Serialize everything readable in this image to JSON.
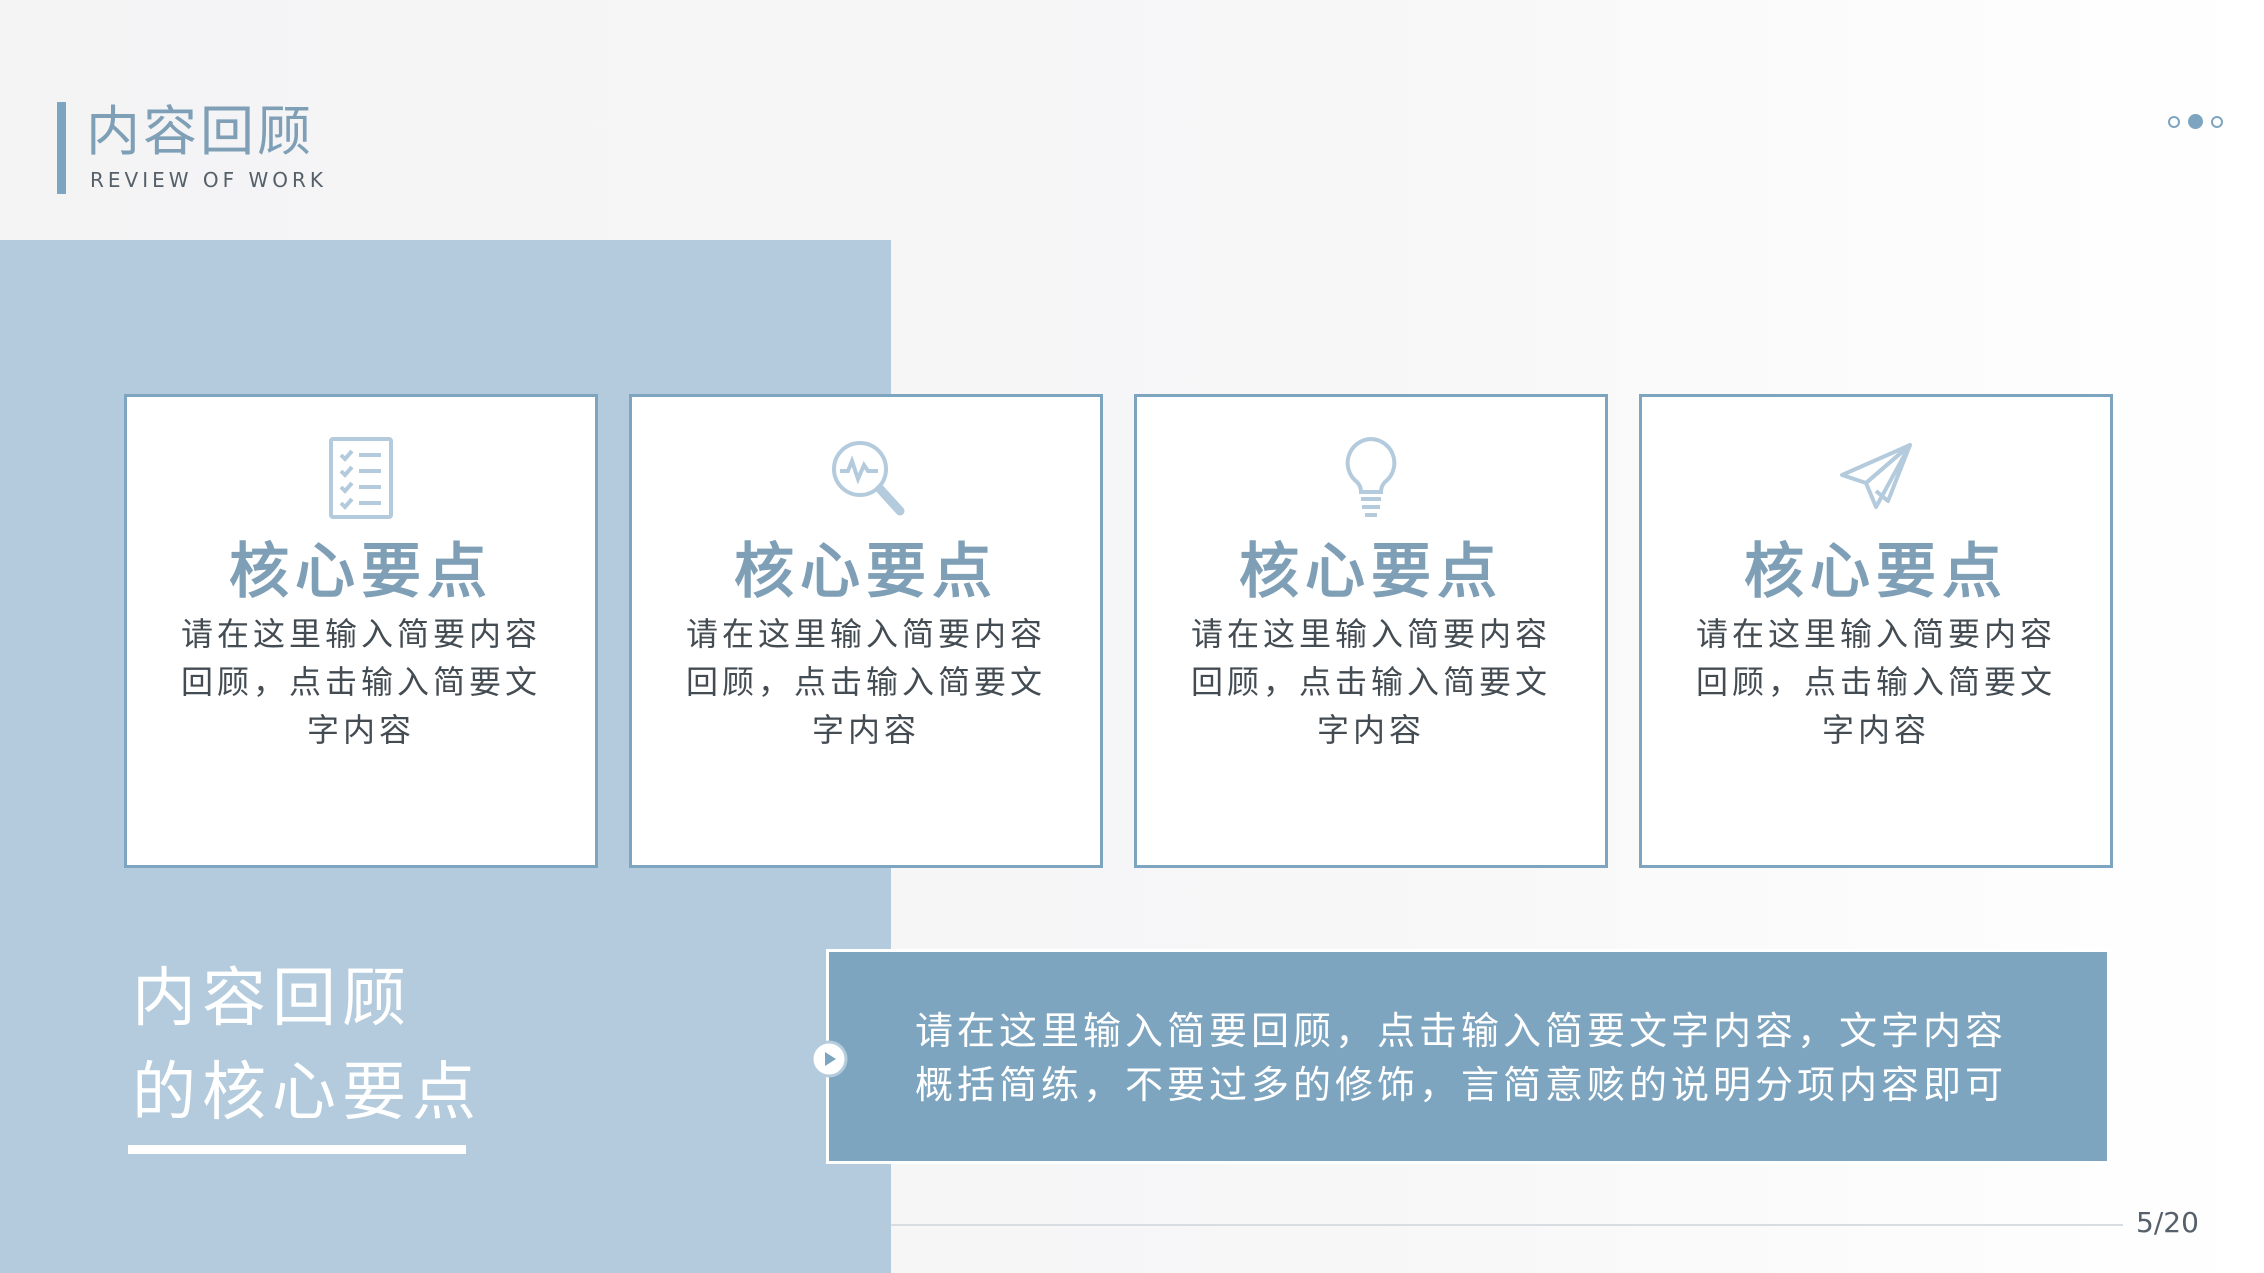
{
  "header": {
    "title": "内容回顾",
    "subtitle": "REVIEW OF WORK"
  },
  "cards": [
    {
      "icon": "checklist-icon",
      "title": "核心要点",
      "text": "请在这里输入简要内容回顾，点击输入简要文字内容"
    },
    {
      "icon": "magnifier-pulse-icon",
      "title": "核心要点",
      "text": "请在这里输入简要内容回顾，点击输入简要文字内容"
    },
    {
      "icon": "lightbulb-icon",
      "title": "核心要点",
      "text": "请在这里输入简要内容回顾，点击输入简要文字内容"
    },
    {
      "icon": "paper-plane-icon",
      "title": "核心要点",
      "text": "请在这里输入简要内容回顾，点击输入简要文字内容"
    }
  ],
  "bottom": {
    "heading_line1": "内容回顾",
    "heading_line2": "的核心要点",
    "summary": "请在这里输入简要回顾，点击输入简要文字内容，文字内容概括简练，不要过多的修饰，言简意赅的说明分项内容即可"
  },
  "footer": {
    "page_number": "5/20"
  },
  "colors": {
    "accent": "#7ea5bf",
    "panel": "#b3cbdc",
    "title_text": "#7e9fb6"
  }
}
